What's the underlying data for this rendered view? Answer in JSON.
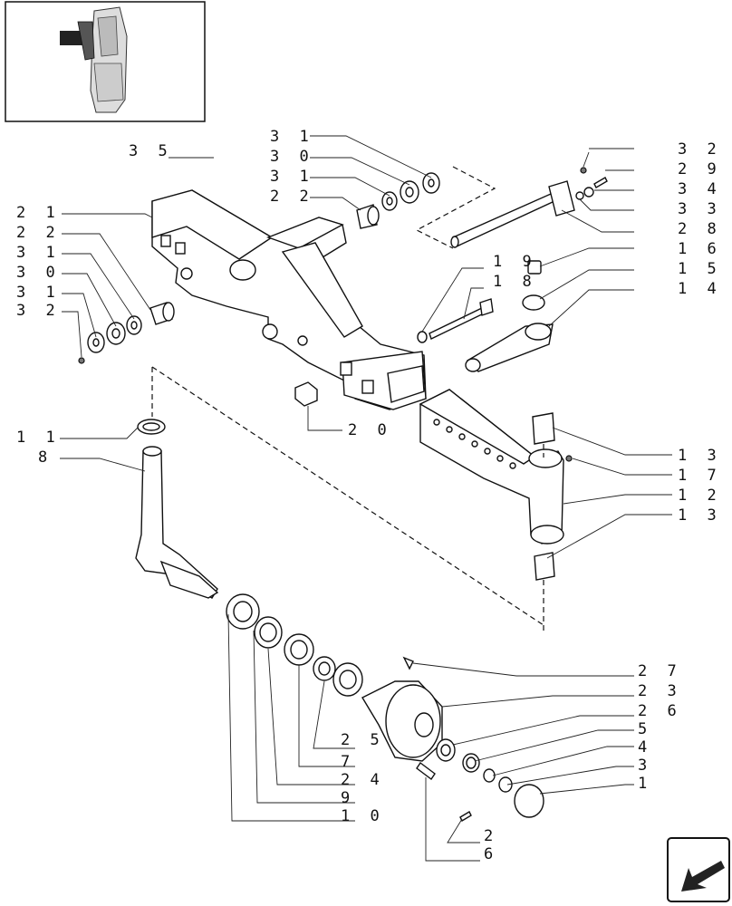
{
  "diagram": {
    "labels": {
      "l35": "3 5",
      "l31a": "3 1",
      "l30a": "3 0",
      "l31b": "3 1",
      "l22a": "2 2",
      "l32r": "3 2",
      "l29": "2 9",
      "l34": "3 4",
      "l33": "3 3",
      "l28": "2 8",
      "l21": "2 1",
      "l22b": "2 2",
      "l31c": "3 1",
      "l30b": "3 0",
      "l31d": "3 1",
      "l32l": "3 2",
      "l19": "1 9",
      "l18": "1 8",
      "l16": "1 6",
      "l15": "1 5",
      "l14": "1 4",
      "l20": "2 0",
      "l11": "1 1",
      "l8": "8",
      "l13a": "1 3",
      "l17": "1 7",
      "l12": "1 2",
      "l13b": "1 3",
      "l27": "2 7",
      "l23": "2 3",
      "l26": "2 6",
      "l5": "5",
      "l4": "4",
      "l3": "3",
      "l1": "1",
      "l25": "2 5",
      "l7": "7",
      "l24": "2 4",
      "l9": "9",
      "l10": "1 0",
      "l2": "2",
      "l6": "6"
    }
  }
}
